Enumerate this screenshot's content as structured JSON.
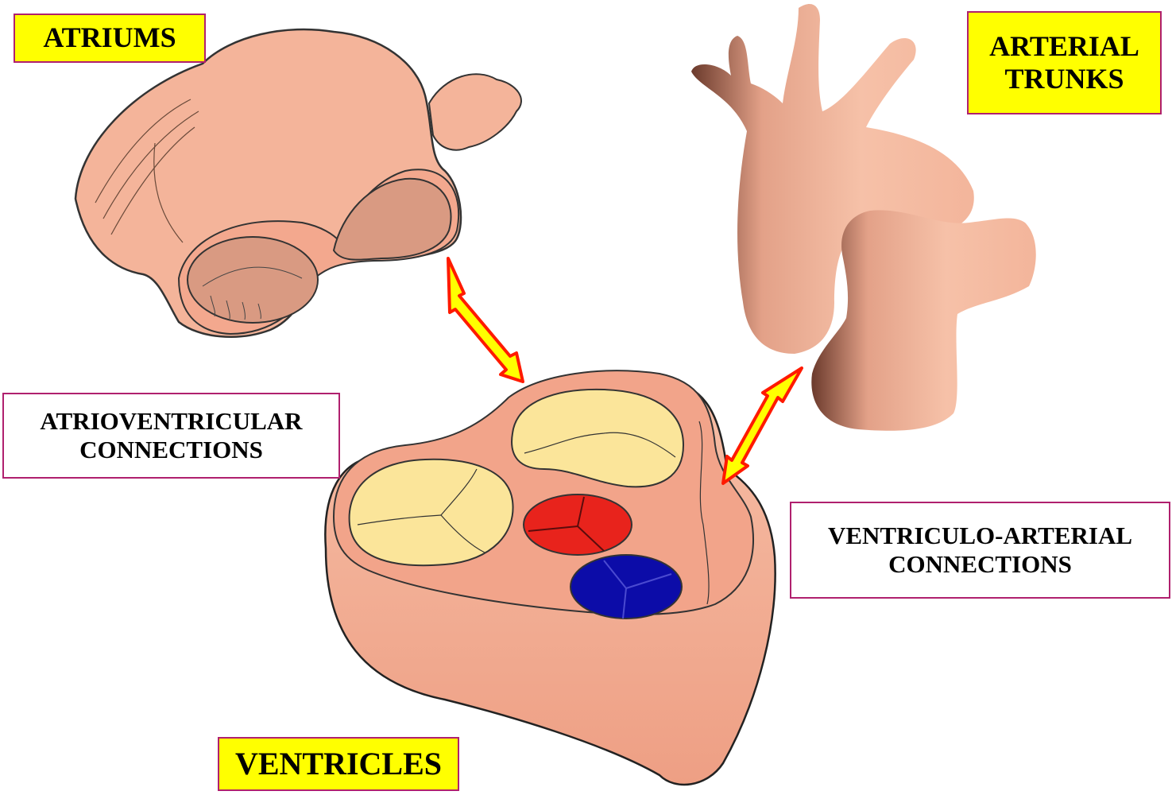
{
  "labels": {
    "atriums": "ATRIUMS",
    "arterial_trunks": [
      "ARTERIAL",
      "TRUNKS"
    ],
    "av_connections": [
      "ATRIOVENTRICULAR",
      "CONNECTIONS"
    ],
    "va_connections": [
      "VENTRICULO-ARTERIAL",
      "CONNECTIONS"
    ],
    "ventricles": "VENTRICLES"
  },
  "colors": {
    "tissue": "#f4b49a",
    "tissue_dark": "#d88f74",
    "valve_yellow": "#fbe59a",
    "valve_red": "#e8231c",
    "valve_blue": "#0c0ca8",
    "arrow_fill": "#ffff00",
    "arrow_outline": "#ff1a00",
    "yellow_box": "#ffff00",
    "box_border": "#b0206e"
  }
}
